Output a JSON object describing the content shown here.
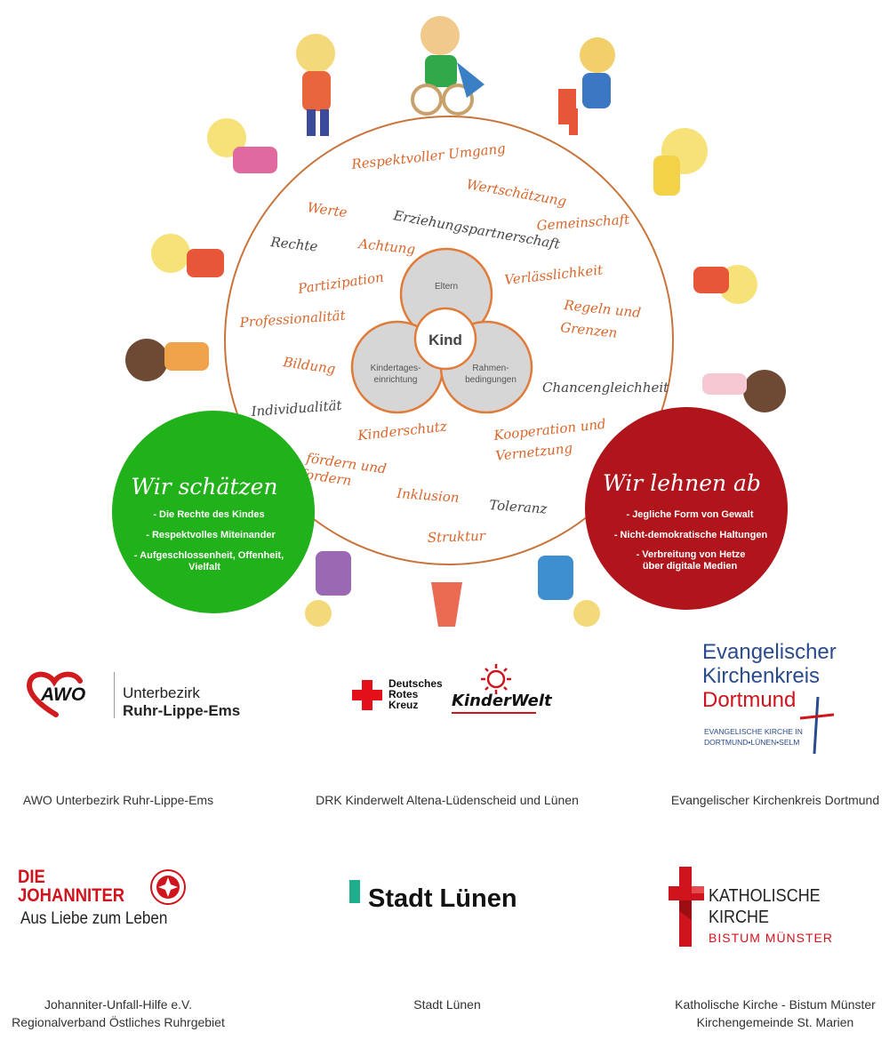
{
  "hero": {
    "circle_words": [
      {
        "text": "Respektvoller Umgang",
        "color": "orange"
      },
      {
        "text": "Wertschätzung",
        "color": "orange"
      },
      {
        "text": "Werte",
        "color": "orange"
      },
      {
        "text": "Erziehungspartnerschaft",
        "color": "dark"
      },
      {
        "text": "Gemeinschaft",
        "color": "orange"
      },
      {
        "text": "Rechte",
        "color": "dark"
      },
      {
        "text": "Achtung",
        "color": "orange"
      },
      {
        "text": "Partizipation",
        "color": "orange"
      },
      {
        "text": "Verlässlichkeit",
        "color": "orange"
      },
      {
        "text": "Regeln und",
        "color": "orange"
      },
      {
        "text": "Grenzen",
        "color": "orange"
      },
      {
        "text": "Professionalität",
        "color": "orange"
      },
      {
        "text": "Bildung",
        "color": "orange"
      },
      {
        "text": "Chancengleichheit",
        "color": "dark"
      },
      {
        "text": "Individualität",
        "color": "dark"
      },
      {
        "text": "Kinderschutz",
        "color": "orange"
      },
      {
        "text": "Kooperation und",
        "color": "orange"
      },
      {
        "text": "Vernetzung",
        "color": "orange"
      },
      {
        "text": "fördern und",
        "color": "orange"
      },
      {
        "text": "fordern",
        "color": "orange"
      },
      {
        "text": "Inklusion",
        "color": "orange"
      },
      {
        "text": "Toleranz",
        "color": "dark"
      },
      {
        "text": "Struktur",
        "color": "orange"
      }
    ],
    "venn": {
      "top": "Eltern",
      "left_line1": "Kindertages-",
      "left_line2": "einrichtung",
      "right_line1": "Rahmen-",
      "right_line2": "bedingungen",
      "center": "Kind"
    },
    "green_circle": {
      "title": "Wir schätzen",
      "items": [
        "- Die Rechte des Kindes",
        "- Respektvolles Miteinander",
        "- Aufgeschlossenheit, Offenheit,",
        "Vielfalt"
      ]
    },
    "red_circle": {
      "title": "Wir lehnen ab",
      "items": [
        "- Jegliche Form von Gewalt",
        "- Nicht-demokratische Haltungen",
        "- Verbreitung von Hetze",
        "über digitale Medien"
      ]
    },
    "colors": {
      "green": "#21b11a",
      "red": "#b0151b",
      "orange": "#d9662a",
      "ring": "#c9743c"
    }
  },
  "logos": {
    "awo": {
      "mark": "AWO",
      "line1": "Unterbezirk",
      "line2": "Ruhr-Lippe-Ems",
      "caption": "AWO Unterbezirk Ruhr-Lippe-Ems"
    },
    "drk": {
      "line1": "Deutsches",
      "line2": "Rotes",
      "line3": "Kreuz",
      "brand": "KinderWelt",
      "caption": "DRK Kinderwelt Altena-Lüdenscheid und Lünen"
    },
    "ekk": {
      "line1": "Evangelischer",
      "line2": "Kirchenkreis",
      "line3": "Dortmund",
      "sub1": "EVANGELISCHE KIRCHE IN",
      "sub2": "DORTMUND•LÜNEN•SELM",
      "caption": "Evangelischer Kirchenkreis Dortmund"
    },
    "johanniter": {
      "line1": "DIE",
      "line2": "JOHANNITER",
      "line3": "Aus Liebe zum Leben",
      "caption1": "Johanniter-Unfall-Hilfe e.V.",
      "caption2": "Regionalverband Östliches Ruhrgebiet"
    },
    "luenen": {
      "text": "Stadt Lünen",
      "caption": "Stadt Lünen"
    },
    "katholisch": {
      "line1": "KATHOLISCHE",
      "line2": "KIRCHE",
      "line3": "BISTUM MÜNSTER",
      "caption1": "Katholische Kirche - Bistum Münster",
      "caption2": "Kirchengemeinde St. Marien"
    }
  }
}
